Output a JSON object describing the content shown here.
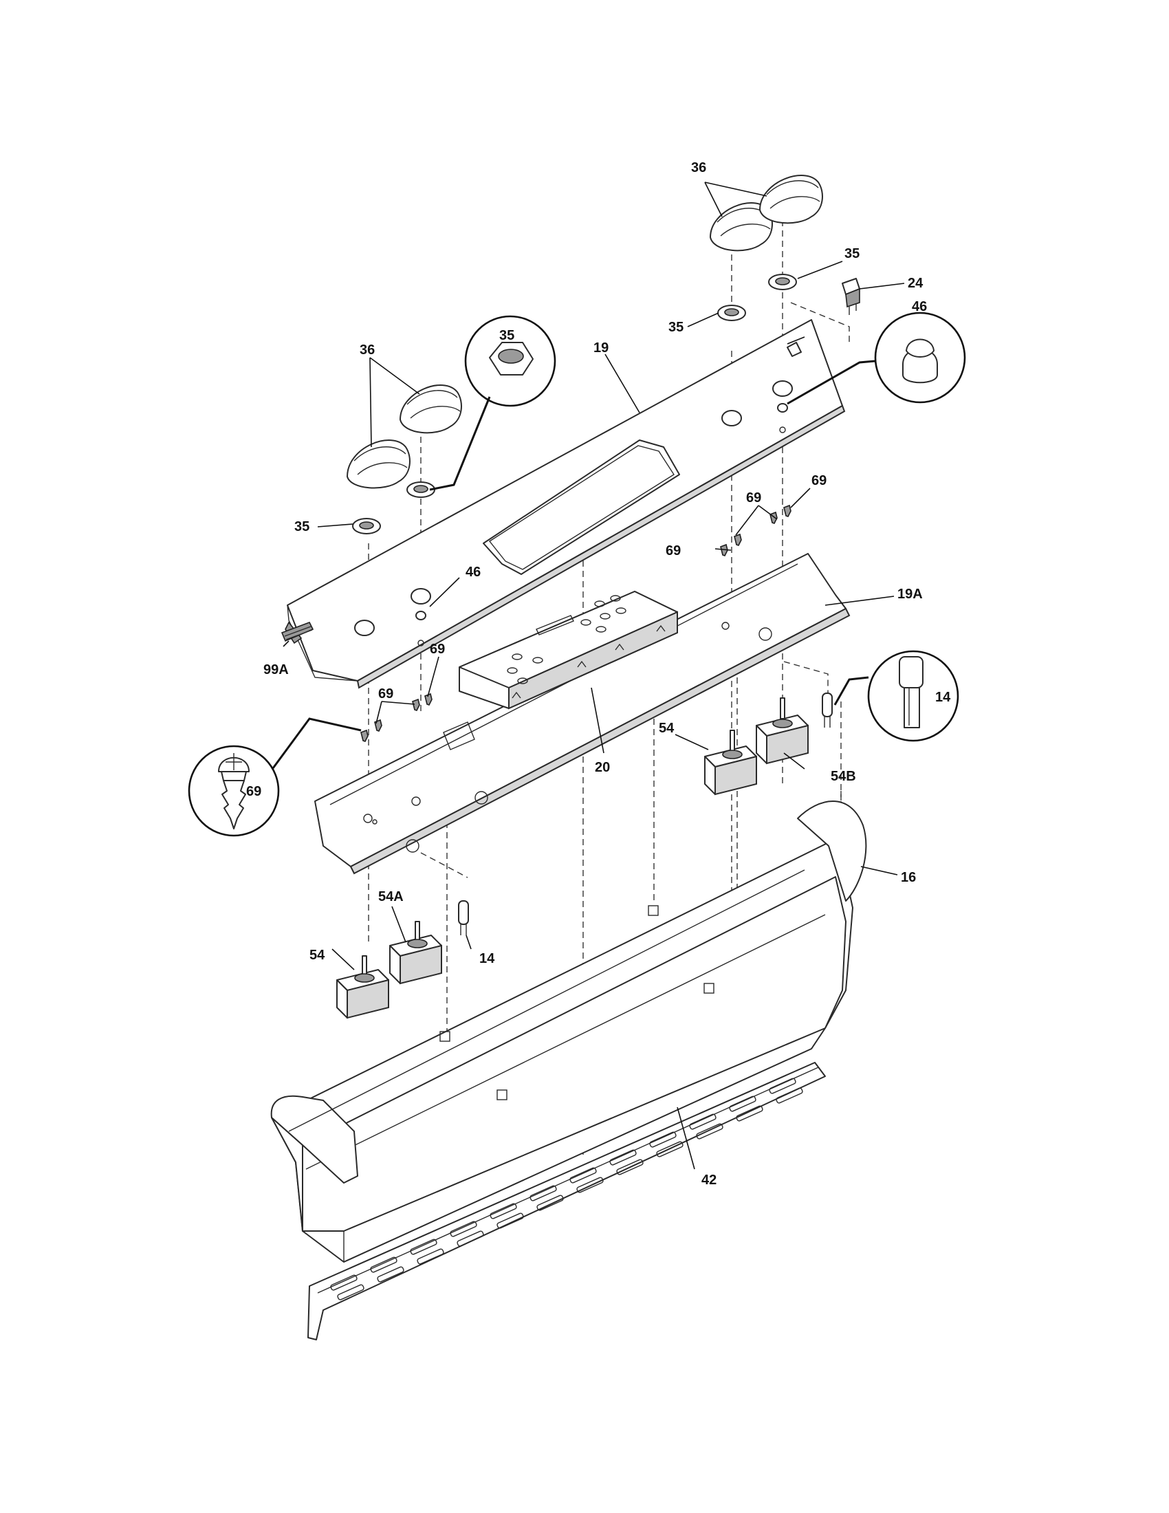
{
  "labels": {
    "p36_top": "36",
    "p35_right_upper": "35",
    "p24": "24",
    "p35_right_lower": "35",
    "p46_callout": "46",
    "p36_left": "36",
    "p35_callout": "35",
    "p19": "19",
    "p35_left": "35",
    "p46": "46",
    "p69_a": "69",
    "p69_b": "69",
    "p69_c": "69",
    "p19A": "19A",
    "p99A": "99A",
    "p69_d": "69",
    "p69_e": "69",
    "p20": "20",
    "p14_callout": "14",
    "p54_right": "54",
    "p54B": "54B",
    "p69_callout": "69",
    "p16": "16",
    "p54A": "54A",
    "p14": "14",
    "p54_left": "54",
    "p42": "42"
  }
}
